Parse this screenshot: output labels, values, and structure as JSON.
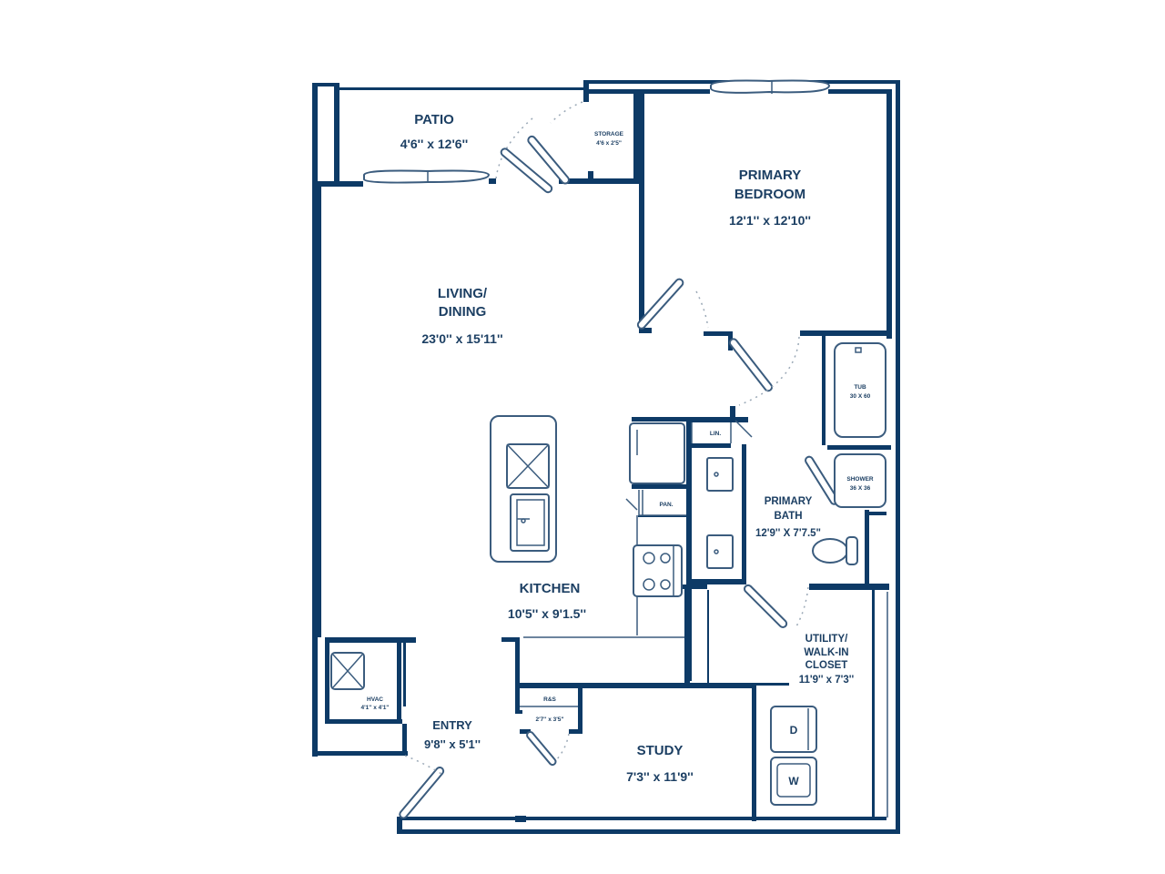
{
  "floorplan": {
    "colors": {
      "wall": "#0d3a66",
      "text": "#1c3f63",
      "fixture": "#3b5c7e",
      "background": "#ffffff"
    },
    "rooms": {
      "patio": {
        "name": "PATIO",
        "dims": "4'6'' x 12'6''"
      },
      "storage": {
        "name": "STORAGE",
        "dims": "4'6 x 2'5\""
      },
      "primary_bedroom": {
        "name_line1": "PRIMARY",
        "name_line2": "BEDROOM",
        "dims": "12'1'' x 12'10''"
      },
      "living_dining": {
        "name_line1": "LIVING/",
        "name_line2": "DINING",
        "dims": "23'0'' x 15'11''"
      },
      "kitchen": {
        "name": "KITCHEN",
        "dims": "10'5'' x 9'1.5''"
      },
      "primary_bath": {
        "name_line1": "PRIMARY",
        "name_line2": "BATH",
        "dims": "12'9'' X 7'7.5\""
      },
      "utility_closet": {
        "name_line1": "UTILITY/",
        "name_line2": "WALK-IN",
        "name_line3": "CLOSET",
        "dims": "11'9'' x 7'3''"
      },
      "entry": {
        "name": "ENTRY",
        "dims": "9'8'' x 5'1''"
      },
      "study": {
        "name": "STUDY",
        "dims": "7'3'' x 11'9''"
      },
      "hvac": {
        "name": "HVAC",
        "dims": "4'1'' x 4'1''"
      },
      "rb_closet": {
        "name": "R&S",
        "dims": "2'7'' x 3'5\""
      }
    },
    "fixtures": {
      "tub": {
        "name": "TUB",
        "dims": "30 X 60"
      },
      "shower": {
        "name": "SHOWER",
        "dims": "36 X 36"
      },
      "linen": "LIN.",
      "pantry": "PAN.",
      "dryer": "D",
      "washer": "W"
    }
  }
}
